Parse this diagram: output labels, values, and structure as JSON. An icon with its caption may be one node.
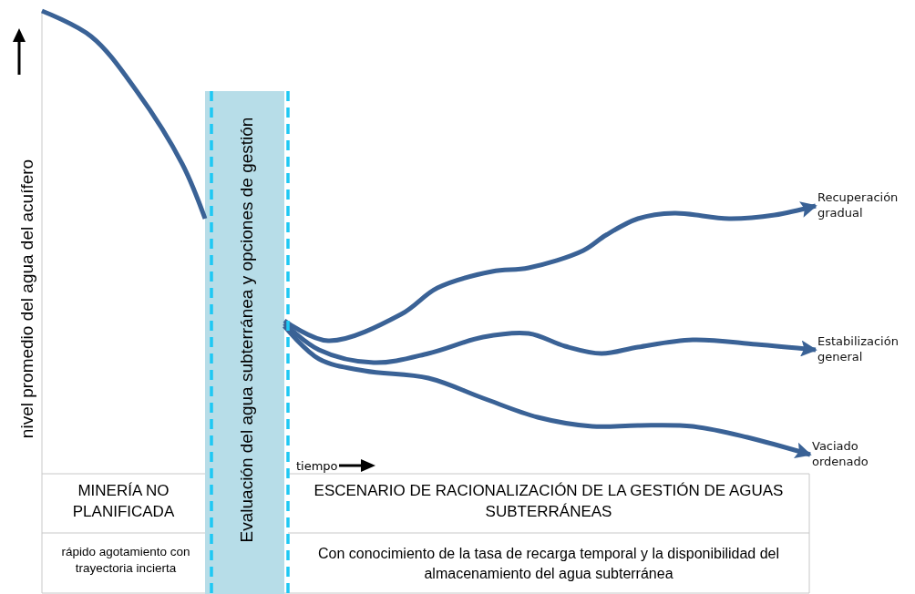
{
  "diagram": {
    "nodes": [
      {
        "text": [
          "Evaluación del agua subterránea y opciones de gestión"
        ]
      },
      {
        "text": [
          "Recuperación gradual"
        ]
      },
      {
        "text": [
          "Estabilización general"
        ]
      },
      {
        "text": [
          "Vaciado ordenado"
        ]
      }
    ],
    "edges": [
      {
        "from": null,
        "to": 0,
        "arrow": "none"
      },
      {
        "from": 0,
        "to": 1,
        "arrow": "to"
      },
      {
        "from": 0,
        "to": 2,
        "arrow": "to"
      },
      {
        "from": 0,
        "to": 3,
        "arrow": "to"
      }
    ],
    "labels": [
      "nivel promedio del agua del acuífero",
      "tiempo",
      "MINERÍA NO PLANIFICADA",
      "ESCENARIO DE RACIONALIZACIÓN DE LA GESTIÓN DE AGUAS SUBTERRÁNEAS",
      "rápido agotamiento con trayectoria incierta",
      "Con conocimiento de la tasa de recarga temporal y la disponibilidad del almacenamiento del agua subterránea"
    ]
  }
}
